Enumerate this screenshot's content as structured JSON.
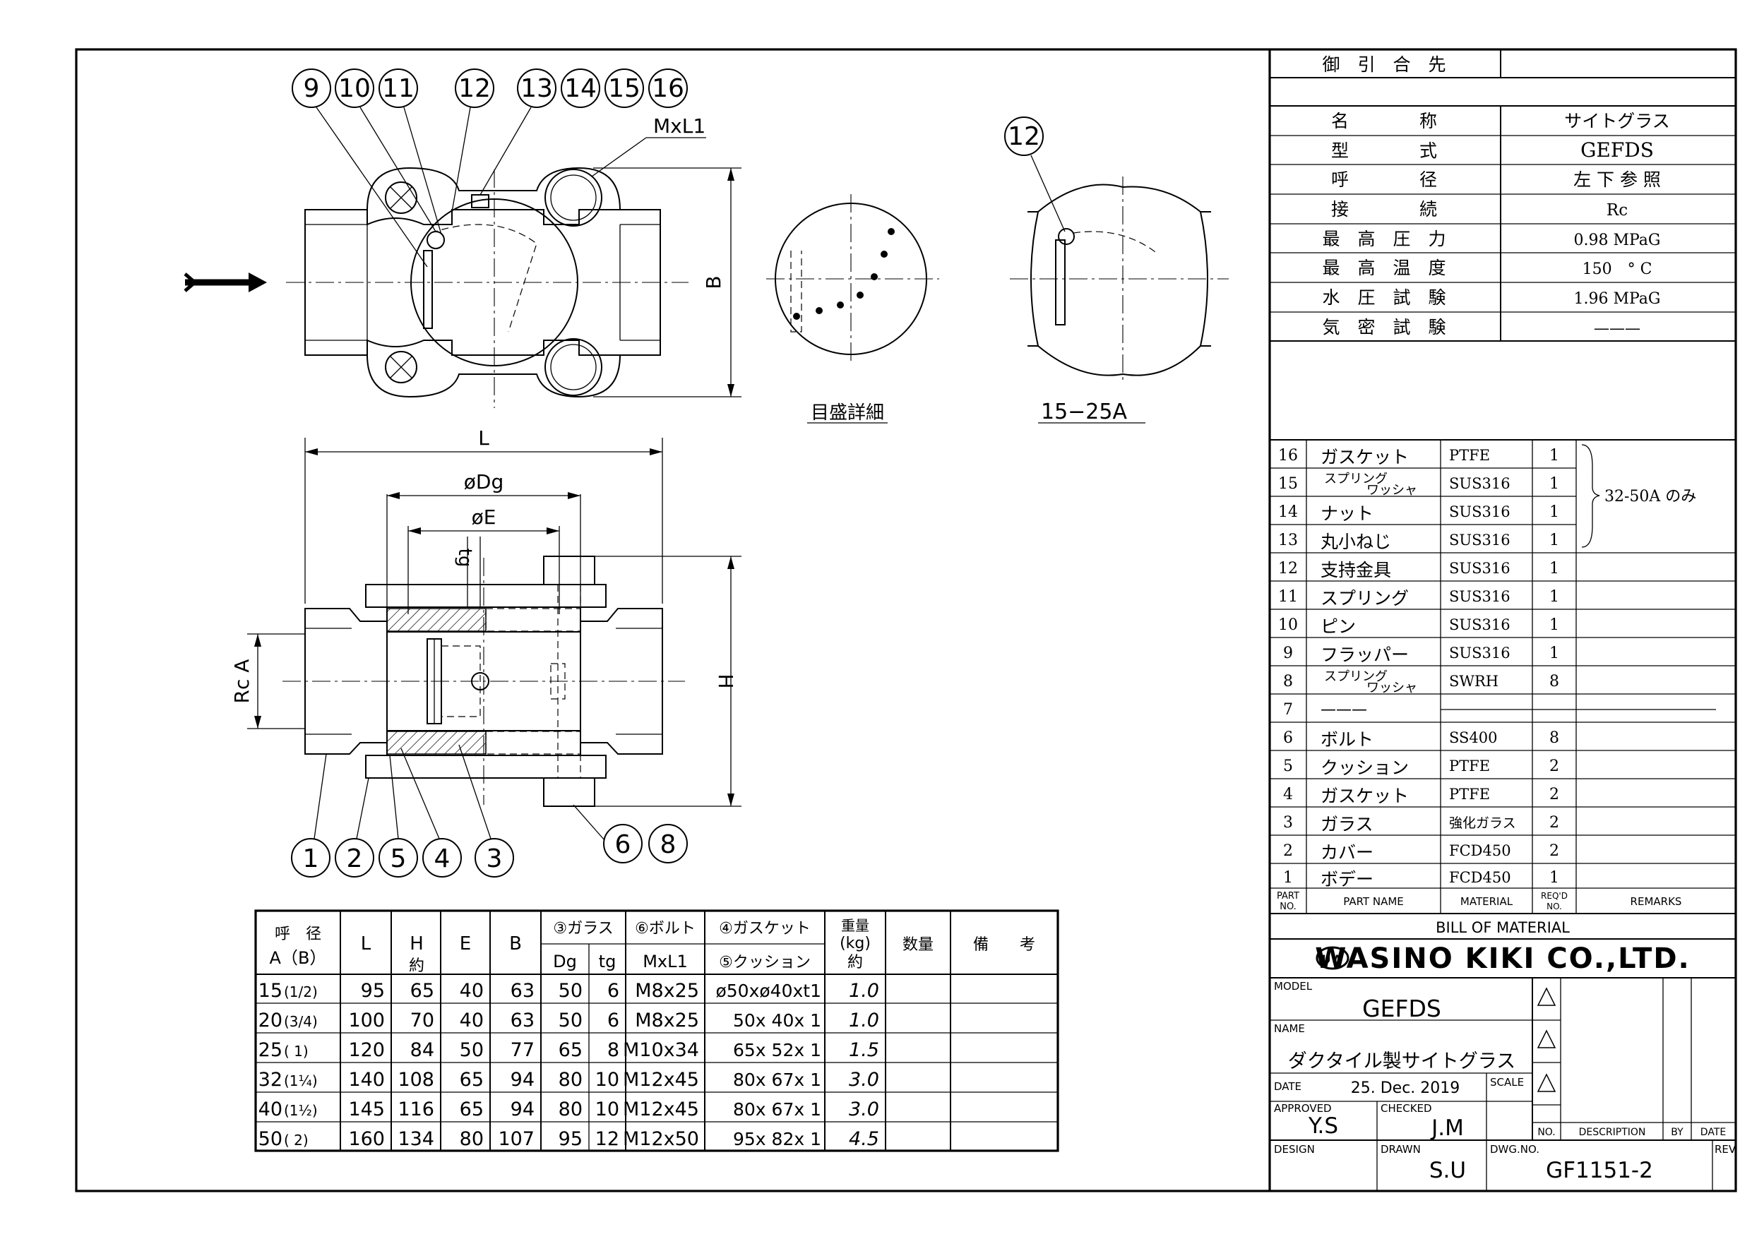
{
  "drawing": {
    "balloons_top": [
      "9",
      "10",
      "11",
      "12",
      "13",
      "14",
      "15",
      "16"
    ],
    "balloons_bottom": [
      "1",
      "2",
      "5",
      "4",
      "3"
    ],
    "balloons_bolt": [
      "6",
      "8"
    ],
    "balloon_detail": "12",
    "label_mxl1": "MxL1",
    "label_b": "B",
    "label_l": "L",
    "label_dg": "øDg",
    "label_e": "øE",
    "label_tg": "tg",
    "label_rca": "Rc A",
    "label_h": "H",
    "caption_scale": "目盛詳細",
    "caption_size": "15−25A"
  },
  "client": {
    "label": "御　引　合　先",
    "value": ""
  },
  "specs": [
    {
      "label": "名　　　　称",
      "value": "サイトグラス"
    },
    {
      "label": "型　　　　式",
      "value": "GEFDS"
    },
    {
      "label": "呼　　　　径",
      "value": "左 下 参 照"
    },
    {
      "label": "接　　　　続",
      "value": "Rc"
    },
    {
      "label": "最　高　圧　力",
      "value": "0.98 MPaG"
    },
    {
      "label": "最　高　温　度",
      "value": "150　° C"
    },
    {
      "label": "水　圧　試　験",
      "value": "1.96 MPaG"
    },
    {
      "label": "気　密　試　験",
      "value": "———"
    }
  ],
  "bom": {
    "title": "BILL  OF  MATERIAL",
    "headers": {
      "no_top": "PART",
      "no_bottom": "NO.",
      "name": "PART  NAME",
      "material": "MATERIAL",
      "qty_top": "REQ'D",
      "qty_bottom": "NO.",
      "remarks": "REMARKS"
    },
    "rows": [
      {
        "no": "16",
        "name": "ガスケット",
        "material": "PTFE",
        "qty": "1"
      },
      {
        "no": "15",
        "name_top": "スプリング",
        "name_bottom": "ワッシャ",
        "material": "SUS316",
        "qty": "1"
      },
      {
        "no": "14",
        "name": "ナット",
        "material": "SUS316",
        "qty": "1"
      },
      {
        "no": "13",
        "name": "丸小ねじ",
        "material": "SUS316",
        "qty": "1"
      },
      {
        "no": "12",
        "name": "支持金具",
        "material": "SUS316",
        "qty": "1"
      },
      {
        "no": "11",
        "name": "スプリング",
        "material": "SUS316",
        "qty": "1"
      },
      {
        "no": "10",
        "name": "ピン",
        "material": "SUS316",
        "qty": "1"
      },
      {
        "no": "9",
        "name": "フラッパー",
        "material": "SUS316",
        "qty": "1"
      },
      {
        "no": "8",
        "name_top": "スプリング",
        "name_bottom": "ワッシャ",
        "material": "SWRH",
        "qty": "8"
      },
      {
        "no": "7",
        "name": "———",
        "material": "",
        "qty": ""
      },
      {
        "no": "6",
        "name": "ボルト",
        "material": "SS400",
        "qty": "8"
      },
      {
        "no": "5",
        "name": "クッション",
        "material": "PTFE",
        "qty": "2"
      },
      {
        "no": "4",
        "name": "ガスケット",
        "material": "PTFE",
        "qty": "2"
      },
      {
        "no": "3",
        "name": "ガラス",
        "material": "強化ガラス",
        "qty": "2"
      },
      {
        "no": "2",
        "name": "カバー",
        "material": "FCD450",
        "qty": "2"
      },
      {
        "no": "1",
        "name": "ボデー",
        "material": "FCD450",
        "qty": "1"
      }
    ],
    "remark_group": "32-50A のみ"
  },
  "company": {
    "logo": "UW",
    "name": "WASINO KIKI CO.,LTD."
  },
  "title_block": {
    "model_label": "MODEL",
    "model": "GEFDS",
    "name_label": "NAME",
    "name": "ダクタイル製サイトグラス",
    "date_label": "DATE",
    "date": "25. Dec. 2019",
    "scale_label": "SCALE",
    "approved_label": "APPROVED",
    "approved": "Y.S",
    "checked_label": "CHECKED",
    "checked": "J.M",
    "design_label": "DESIGN",
    "drawn_label": "DRAWN",
    "drawn": "S.U",
    "dwg_label": "DWG.NO.",
    "dwg": "GF1151-2",
    "rev_label": "REV.",
    "rev_no": "NO.",
    "rev_desc": "DESCRIPTION",
    "rev_by": "BY",
    "rev_date": "DATE"
  },
  "dim_table": {
    "h_size": "呼　径",
    "h_size2": "A（B）",
    "h_l": "L",
    "h_h": "H",
    "h_h2": "約",
    "h_e": "E",
    "h_b": "B",
    "h_glass": "③ガラス",
    "h_dg": "Dg",
    "h_tg": "tg",
    "h_bolt": "⑥ボルト",
    "h_mxl1": "MxL1",
    "h_gasket": "④ガスケット",
    "h_cushion": "⑤クッション",
    "h_weight": "重量",
    "h_weight2": "(kg)",
    "h_weight3": "約",
    "h_qty": "数量",
    "h_note": "備　　考",
    "rows": [
      {
        "a": "15",
        "b": "(1/2)",
        "L": "95",
        "H": "65",
        "E": "40",
        "B": "63",
        "Dg": "50",
        "tg": "6",
        "bolt": "M8x25",
        "gasket": "ø50xø40xt1",
        "weight": "1.0"
      },
      {
        "a": "20",
        "b": "(3/4)",
        "L": "100",
        "H": "70",
        "E": "40",
        "B": "63",
        "Dg": "50",
        "tg": "6",
        "bolt": "M8x25",
        "gasket": "50x 40x 1",
        "weight": "1.0"
      },
      {
        "a": "25",
        "b": "(  1)",
        "L": "120",
        "H": "84",
        "E": "50",
        "B": "77",
        "Dg": "65",
        "tg": "8",
        "bolt": "M10x34",
        "gasket": "65x 52x 1",
        "weight": "1.5"
      },
      {
        "a": "32",
        "b": "(1¼)",
        "L": "140",
        "H": "108",
        "E": "65",
        "B": "94",
        "Dg": "80",
        "tg": "10",
        "bolt": "M12x45",
        "gasket": "80x 67x 1",
        "weight": "3.0"
      },
      {
        "a": "40",
        "b": "(1½)",
        "L": "145",
        "H": "116",
        "E": "65",
        "B": "94",
        "Dg": "80",
        "tg": "10",
        "bolt": "M12x45",
        "gasket": "80x 67x 1",
        "weight": "3.0"
      },
      {
        "a": "50",
        "b": "(  2)",
        "L": "160",
        "H": "134",
        "E": "80",
        "B": "107",
        "Dg": "95",
        "tg": "12",
        "bolt": "M12x50",
        "gasket": "95x 82x 1",
        "weight": "4.5"
      }
    ]
  }
}
